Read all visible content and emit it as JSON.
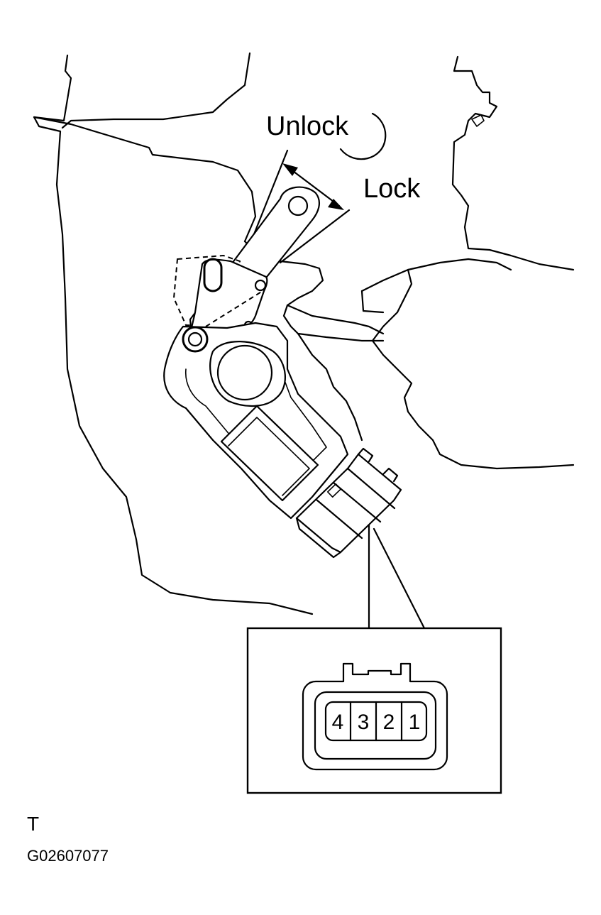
{
  "labels": {
    "unlock": "Unlock",
    "lock": "Lock"
  },
  "connector": {
    "pins": [
      "4",
      "3",
      "2",
      "1"
    ]
  },
  "footer": {
    "view_mark": "T",
    "figure_code": "G02607077"
  }
}
